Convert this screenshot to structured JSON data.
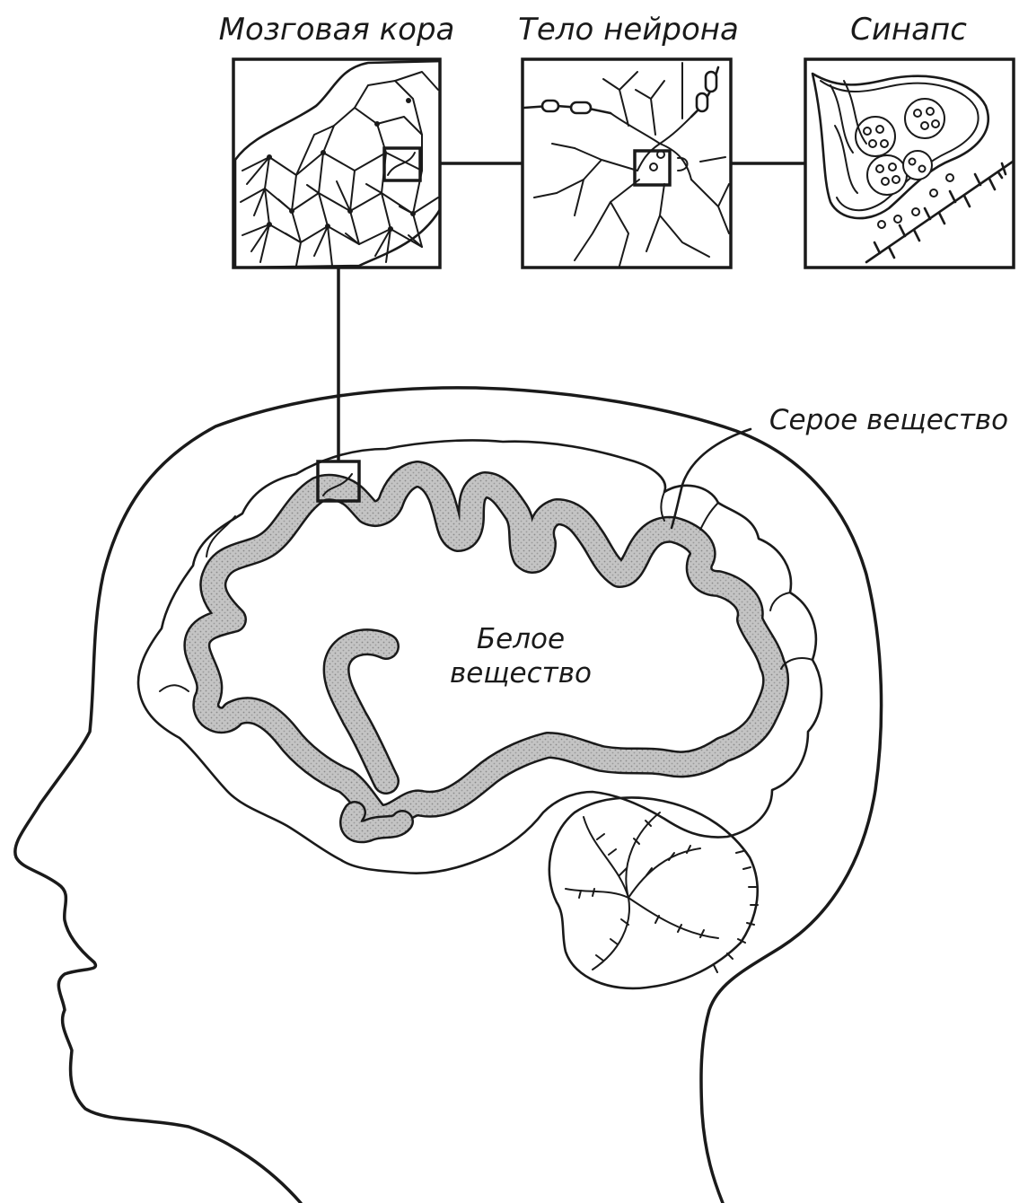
{
  "labels": {
    "cortex": "Мозговая кора",
    "neuron_body": "Тело нейрона",
    "synapse": "Синапс",
    "gray_matter": "Серое вещество",
    "white_matter_line1": "Белое",
    "white_matter_line2": "вещество"
  },
  "colors": {
    "ink": "#1a1a1a",
    "gray_matter_fill": "#bdbdbd",
    "background": "#ffffff"
  }
}
